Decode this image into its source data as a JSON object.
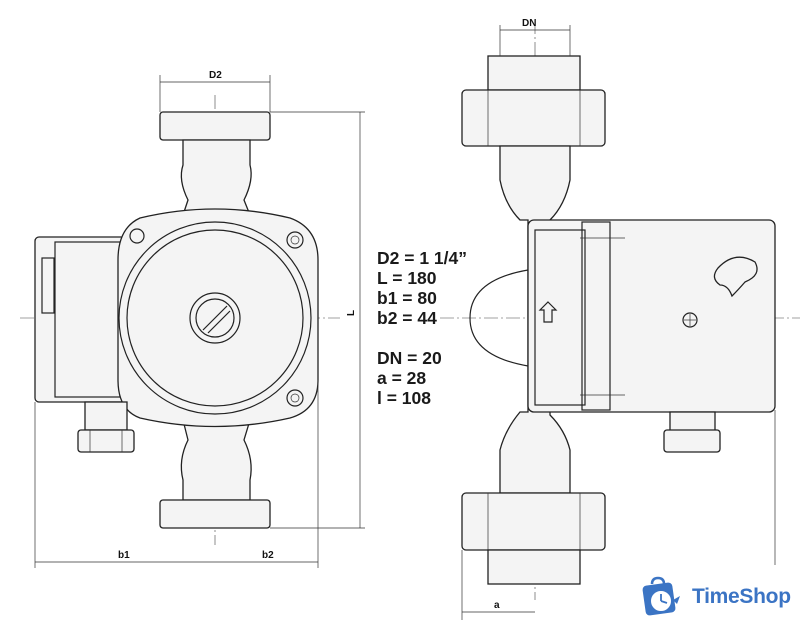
{
  "dimension_labels": {
    "d2": "D2",
    "l": "L",
    "b1": "b1",
    "b2": "b2",
    "dn": "DN",
    "a": "a"
  },
  "specs": {
    "group1": [
      "D2 = 1 1/4”",
      "L = 180",
      "b1 = 80",
      "b2 = 44"
    ],
    "group2": [
      "DN = 20",
      "a = 28",
      "l = 108"
    ]
  },
  "logo": {
    "text": "TimeShop",
    "icon": "clock-bag-icon",
    "color": "#3b74c4"
  }
}
